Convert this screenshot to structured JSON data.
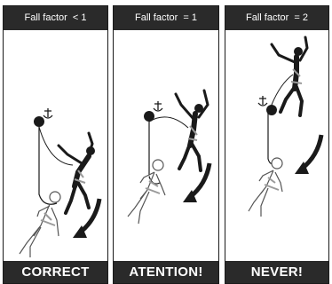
{
  "panels": [
    {
      "header": "Fall factor  < 1",
      "footer": "CORRECT"
    },
    {
      "header": "Fall factor  = 1",
      "footer": "ATENTION!"
    },
    {
      "header": "Fall factor  = 2",
      "footer": "NEVER!"
    }
  ],
  "icons": [
    "anchor-icon",
    "climber-figure",
    "fallen-climber-figure",
    "fall-arrow"
  ],
  "colors": {
    "bar": "#2a2a2a",
    "ink": "#1a1a1a",
    "outline": "#555555",
    "harness": "#9a9a9a"
  }
}
